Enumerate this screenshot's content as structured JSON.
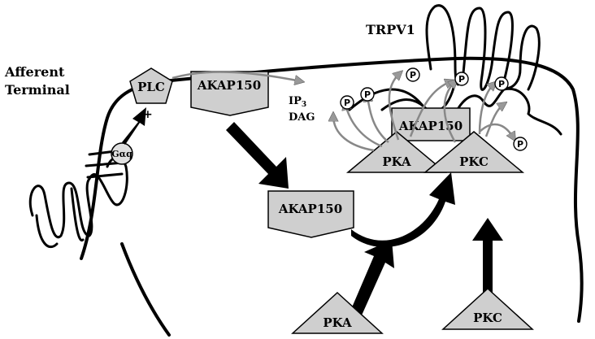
{
  "labels": {
    "afferent_line1": "Afferent",
    "afferent_line2": "Terminal",
    "trpv1": "TRPV1",
    "plc": "PLC",
    "gaq": "Gαq",
    "plus": "+",
    "akap_top": "AKAP150",
    "ip3_base": "IP",
    "ip3_sub": "3",
    "dag": "DAG",
    "akap_channel": "AKAP150",
    "pka_channel": "PKA",
    "pkc_channel": "PKC",
    "akap_mid": "AKAP150",
    "pka_bottom": "PKA",
    "pkc_bottom": "PKC",
    "phospho": "P"
  },
  "colors": {
    "shape_fill": "#cfcfcf",
    "arrow_gray": "#888888",
    "stroke": "#000000"
  }
}
